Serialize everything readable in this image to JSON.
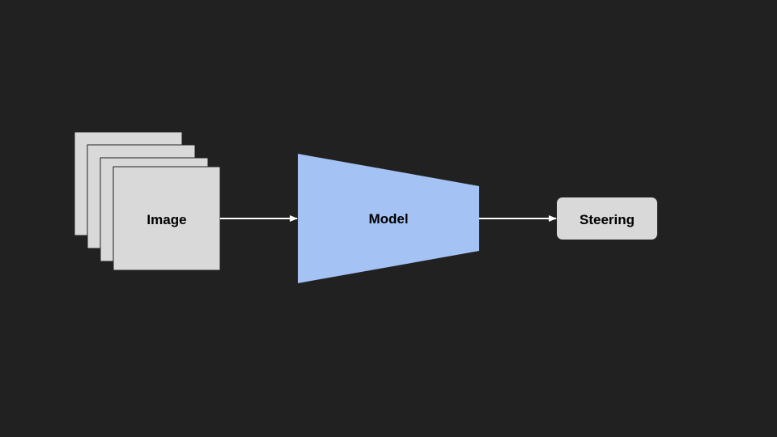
{
  "diagram": {
    "nodes": {
      "input": {
        "label": "Image",
        "shape": "stacked-squares",
        "fill": "#d9d9d9"
      },
      "model": {
        "label": "Model",
        "shape": "trapezoid-narrowing-right",
        "fill": "#a4c2f4"
      },
      "output": {
        "label": "Steering",
        "shape": "rounded-rectangle",
        "fill": "#d9d9d9"
      }
    },
    "edges": [
      {
        "from": "input",
        "to": "model"
      },
      {
        "from": "model",
        "to": "output"
      }
    ],
    "colors": {
      "background": "#212121",
      "arrow": "#ffffff"
    }
  }
}
